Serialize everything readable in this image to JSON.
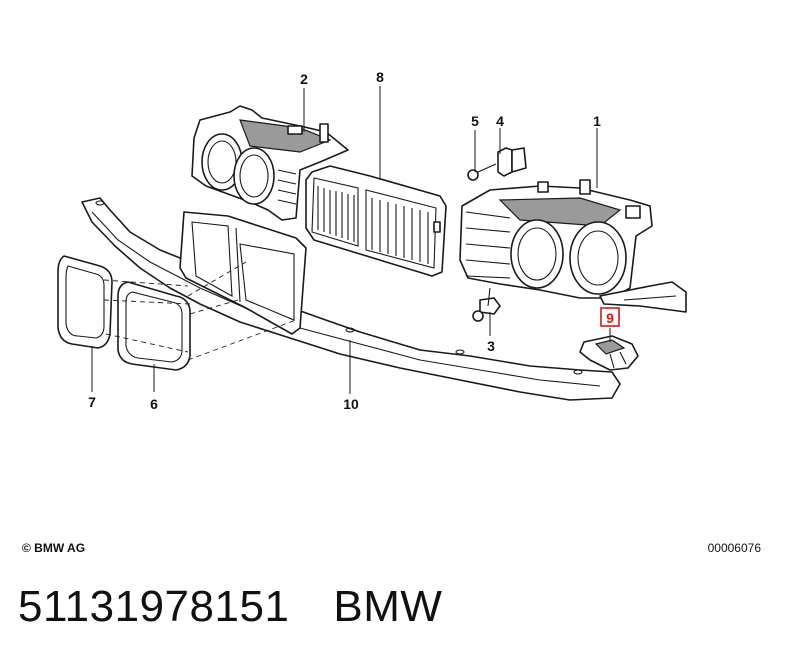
{
  "callouts": [
    {
      "id": "1",
      "highlighted": false
    },
    {
      "id": "2",
      "highlighted": false
    },
    {
      "id": "3",
      "highlighted": false
    },
    {
      "id": "4",
      "highlighted": false
    },
    {
      "id": "5",
      "highlighted": false
    },
    {
      "id": "6",
      "highlighted": false
    },
    {
      "id": "7",
      "highlighted": false
    },
    {
      "id": "8",
      "highlighted": false
    },
    {
      "id": "9",
      "highlighted": true
    },
    {
      "id": "10",
      "highlighted": false
    }
  ],
  "copyright": "© BMW AG",
  "diagram_ref": "00006076",
  "part_number": "51131978151",
  "brand": "BMW",
  "colors": {
    "highlight": "#d11a1a",
    "line": "#1a1a1a"
  }
}
